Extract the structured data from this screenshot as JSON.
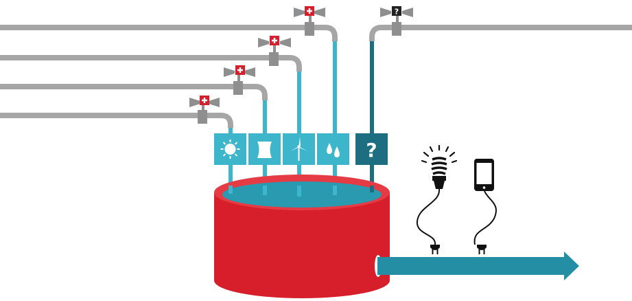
{
  "colors": {
    "pipe_gray": "#a6a6a6",
    "valve_handle": "#8f8f8f",
    "valve_badge_red": "#d71f2b",
    "valve_badge_dark": "#222222",
    "stream_light": "#3db6cc",
    "stream_dark": "#1e6e82",
    "tank_red": "#d71f2b",
    "tank_top": "#e53b45",
    "water_surface": "#2a9ab0",
    "outflow_arrow": "#248ea4",
    "device_black": "#111111"
  },
  "sources": [
    {
      "icon": "sun-icon",
      "valve_badge": "plus-cross",
      "stream": "light"
    },
    {
      "icon": "cooling-tower-icon",
      "valve_badge": "plus-cross",
      "stream": "light"
    },
    {
      "icon": "wind-turbine-icon",
      "valve_badge": "plus-cross",
      "stream": "light"
    },
    {
      "icon": "water-drops-icon",
      "valve_badge": "plus-cross",
      "stream": "light"
    },
    {
      "icon": "unknown-source-icon",
      "label": "?",
      "valve_badge": "question",
      "badge_label": "?",
      "stream": "dark"
    }
  ],
  "consumers": [
    {
      "icon": "light-bulb-icon"
    },
    {
      "icon": "smartphone-icon"
    }
  ]
}
